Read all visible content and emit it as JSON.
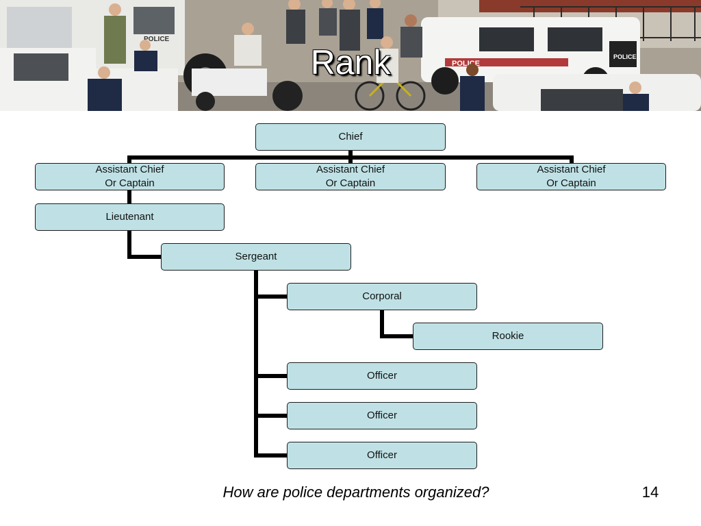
{
  "slide": {
    "title": "Rank",
    "footer_question": "How are police departments organized?",
    "page_number": "14"
  },
  "banner": {
    "vehicle_door_text": "POLICE",
    "suv_door_text": "POLICE",
    "suv_rear_text": "POLICE"
  },
  "org_chart": {
    "chief": {
      "label": "Chief"
    },
    "assistant_chief_1": {
      "line1": "Assistant Chief",
      "line2": "Or Captain"
    },
    "assistant_chief_2": {
      "line1": "Assistant Chief",
      "line2": "Or Captain"
    },
    "assistant_chief_3": {
      "line1": "Assistant Chief",
      "line2": "Or Captain"
    },
    "lieutenant": {
      "label": "Lieutenant"
    },
    "sergeant": {
      "label": "Sergeant"
    },
    "corporal": {
      "label": "Corporal"
    },
    "rookie": {
      "label": "Rookie"
    },
    "officer_1": {
      "label": "Officer"
    },
    "officer_2": {
      "label": "Officer"
    },
    "officer_3": {
      "label": "Officer"
    }
  },
  "colors": {
    "node_fill": "#bfe1e5",
    "node_border": "#1b1b1b",
    "connector": "#000000",
    "title_text": "#ffffff"
  }
}
